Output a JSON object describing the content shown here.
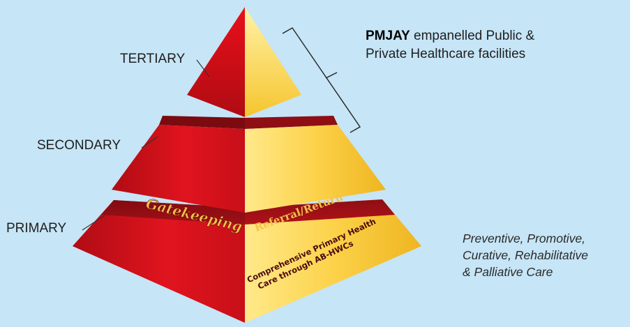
{
  "levels": {
    "tertiary": "TERTIARY",
    "secondary": "SECONDARY",
    "primary": "PRIMARY"
  },
  "pmjay": {
    "bold": "PMJAY",
    "line1_rest": " empanelled Public &",
    "line2": "Private Healthcare facilities"
  },
  "primary_band": {
    "gatekeeping": "Gatekeeping",
    "referral": "Referral/Return"
  },
  "cphc": {
    "line1": "Comprehensive Primary Health",
    "line2": "Care through AB-HWCs"
  },
  "care_types": {
    "line1": "Preventive, Promotive,",
    "line2": "Curative, Rehabilitative",
    "line3": "& Palliative Care"
  },
  "colors": {
    "background": "#c6e5f6",
    "red_face": "#d8121e",
    "yellow_face": "#f5c12a",
    "dark_band": "#8a0d12",
    "band_text": "#f3c24a"
  }
}
